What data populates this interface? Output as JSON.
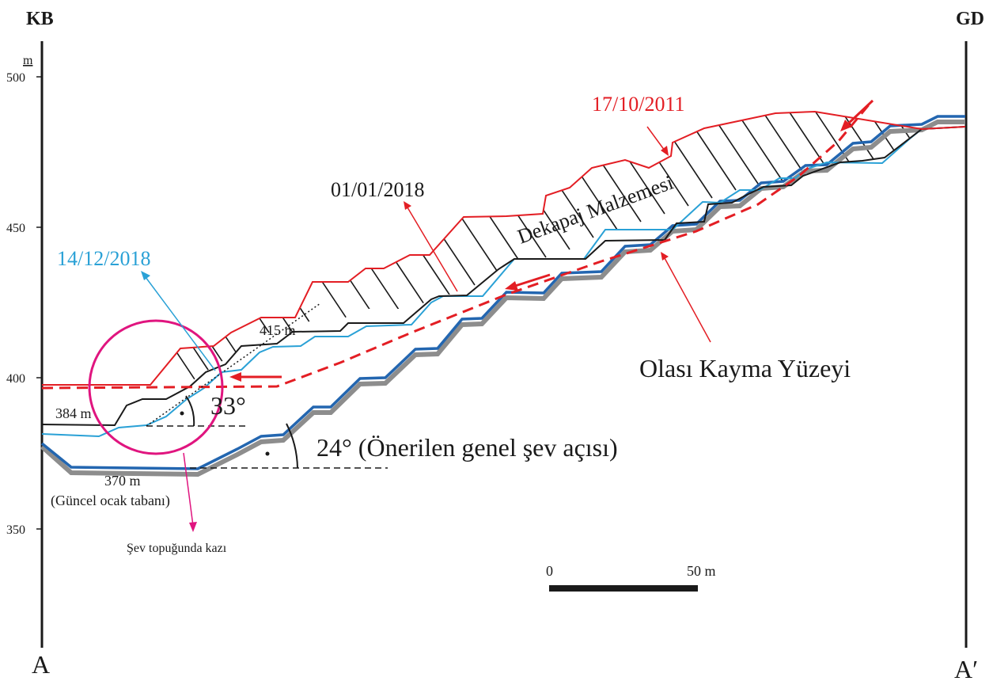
{
  "corners": {
    "left_top": "KB",
    "right_top": "GD",
    "left_bottom": "A",
    "right_bottom": "A′"
  },
  "axis": {
    "unit": "m",
    "ticks": [
      "500",
      "450",
      "400",
      "350"
    ]
  },
  "profiles": {
    "date_2011": "17/10/2011",
    "date_2018_jan": "01/01/2018",
    "date_2018_dec": "14/12/2018"
  },
  "labels": {
    "overburden": "Dekapaj Malzemesi",
    "slip_surface": "Olası Kayma Yüzeyi",
    "angle_small": "33°",
    "angle_general": "24° (Önerilen genel şev açısı)",
    "elev_415": "415 m",
    "elev_384": "384 m",
    "elev_370": "370 m",
    "pit_floor": "(Güncel ocak tabanı)",
    "toe_excavation": "Şev topuğunda kazı"
  },
  "scale_bar": {
    "start": "0",
    "end": "50 m"
  },
  "colors": {
    "profile_2011": "#e31e24",
    "profile_2018_jan": "#1a1a1a",
    "profile_2018_dec": "#2aa1d6",
    "bedrock": "#2366b0",
    "slip": "#e31e24",
    "toe_circle": "#e0157f"
  }
}
